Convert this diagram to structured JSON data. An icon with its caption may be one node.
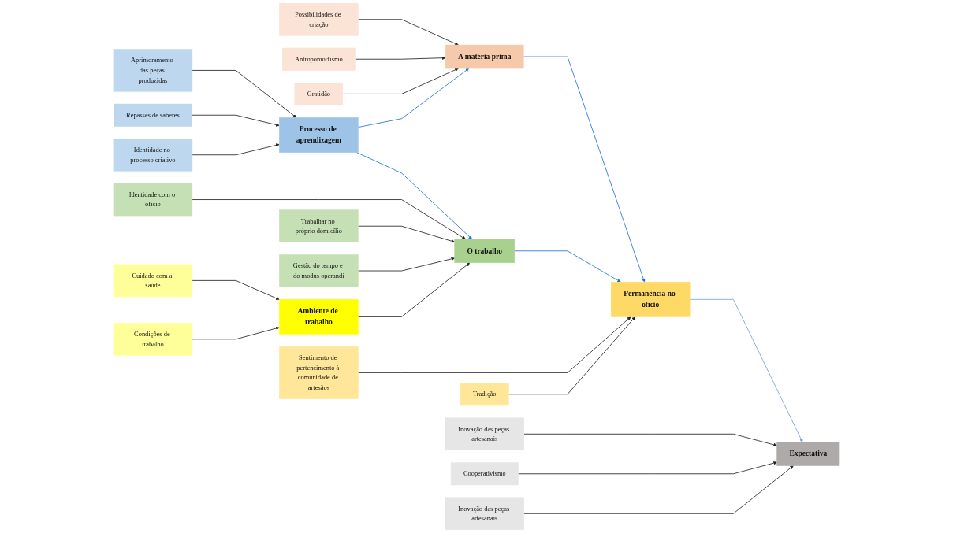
{
  "diagram": {
    "nodes": [
      {
        "text": [
          "Antropomorfismo"
        ]
      },
      {
        "text": [
          "Gratidão"
        ]
      },
      {
        "text": [
          "Possibilidades de criação"
        ]
      },
      {
        "text": [
          "Sentimento de pertencimento à comunidade de artesãos"
        ]
      },
      {
        "text": [
          "Inovação das peças artesanais"
        ]
      },
      {
        "text": [
          "Aprimoramento das peças produzidas"
        ]
      },
      {
        "text": [
          "A matéria prima"
        ]
      },
      {
        "text": [
          "Repasses de saberes"
        ]
      },
      {
        "text": [
          "Processo de aprendizagem"
        ]
      },
      {
        "text": [
          "Permanência no ofício"
        ]
      },
      {
        "text": [
          "Expectativa"
        ]
      },
      {
        "text": [
          "Identidade no processo criativo"
        ]
      },
      {
        "text": [
          "O trabalho"
        ]
      },
      {
        "text": [
          "Identidade com o ofício"
        ]
      },
      {
        "text": [
          "Tradição"
        ]
      },
      {
        "text": [
          "Cooperativismo"
        ]
      },
      {
        "text": [
          "Inovação das peças artesanais"
        ]
      },
      {
        "text": [
          "Trabalhar no próprio domicílio"
        ]
      },
      {
        "text": [
          "Ambiente de trabalho"
        ]
      },
      {
        "text": [
          "Gestão do tempo e do modus operandi"
        ]
      },
      {
        "text": [
          "Cuidado com a saúde"
        ]
      },
      {
        "text": [
          "Condições de trabalho"
        ]
      }
    ],
    "edges": [
      {
        "from": 5,
        "to": 8,
        "arrow": "to"
      },
      {
        "from": 7,
        "to": 8,
        "arrow": "to"
      },
      {
        "from": 11,
        "to": 8,
        "arrow": "to"
      },
      {
        "from": 2,
        "to": 6,
        "arrow": "to"
      },
      {
        "from": 0,
        "to": 6,
        "arrow": "to"
      },
      {
        "from": 1,
        "to": 6,
        "arrow": "to"
      },
      {
        "from": 8,
        "to": 6,
        "arrow": "to",
        "color": "#1f6fe5"
      },
      {
        "from": 8,
        "to": 12,
        "arrow": "to",
        "color": "#1f6fe5"
      },
      {
        "from": 6,
        "to": 9,
        "arrow": "to",
        "color": "#1f6fe5"
      },
      {
        "from": 12,
        "to": 9,
        "arrow": "to",
        "color": "#1f6fe5"
      },
      {
        "from": 3,
        "to": 9,
        "arrow": "to"
      },
      {
        "from": 14,
        "to": 9,
        "arrow": "to"
      },
      {
        "from": 9,
        "to": 10,
        "arrow": "to",
        "color": "#7aa0d8"
      },
      {
        "from": 4,
        "to": 10,
        "arrow": "to"
      },
      {
        "from": 15,
        "to": 10,
        "arrow": "to"
      },
      {
        "from": 16,
        "to": 10,
        "arrow": "to"
      },
      {
        "from": 13,
        "to": 12,
        "arrow": "to"
      },
      {
        "from": 17,
        "to": 12,
        "arrow": "to"
      },
      {
        "from": 19,
        "to": 12,
        "arrow": "to"
      },
      {
        "from": 18,
        "to": 12,
        "arrow": "to"
      },
      {
        "from": 20,
        "to": 18,
        "arrow": "to"
      },
      {
        "from": 21,
        "to": 18,
        "arrow": "to"
      }
    ]
  }
}
